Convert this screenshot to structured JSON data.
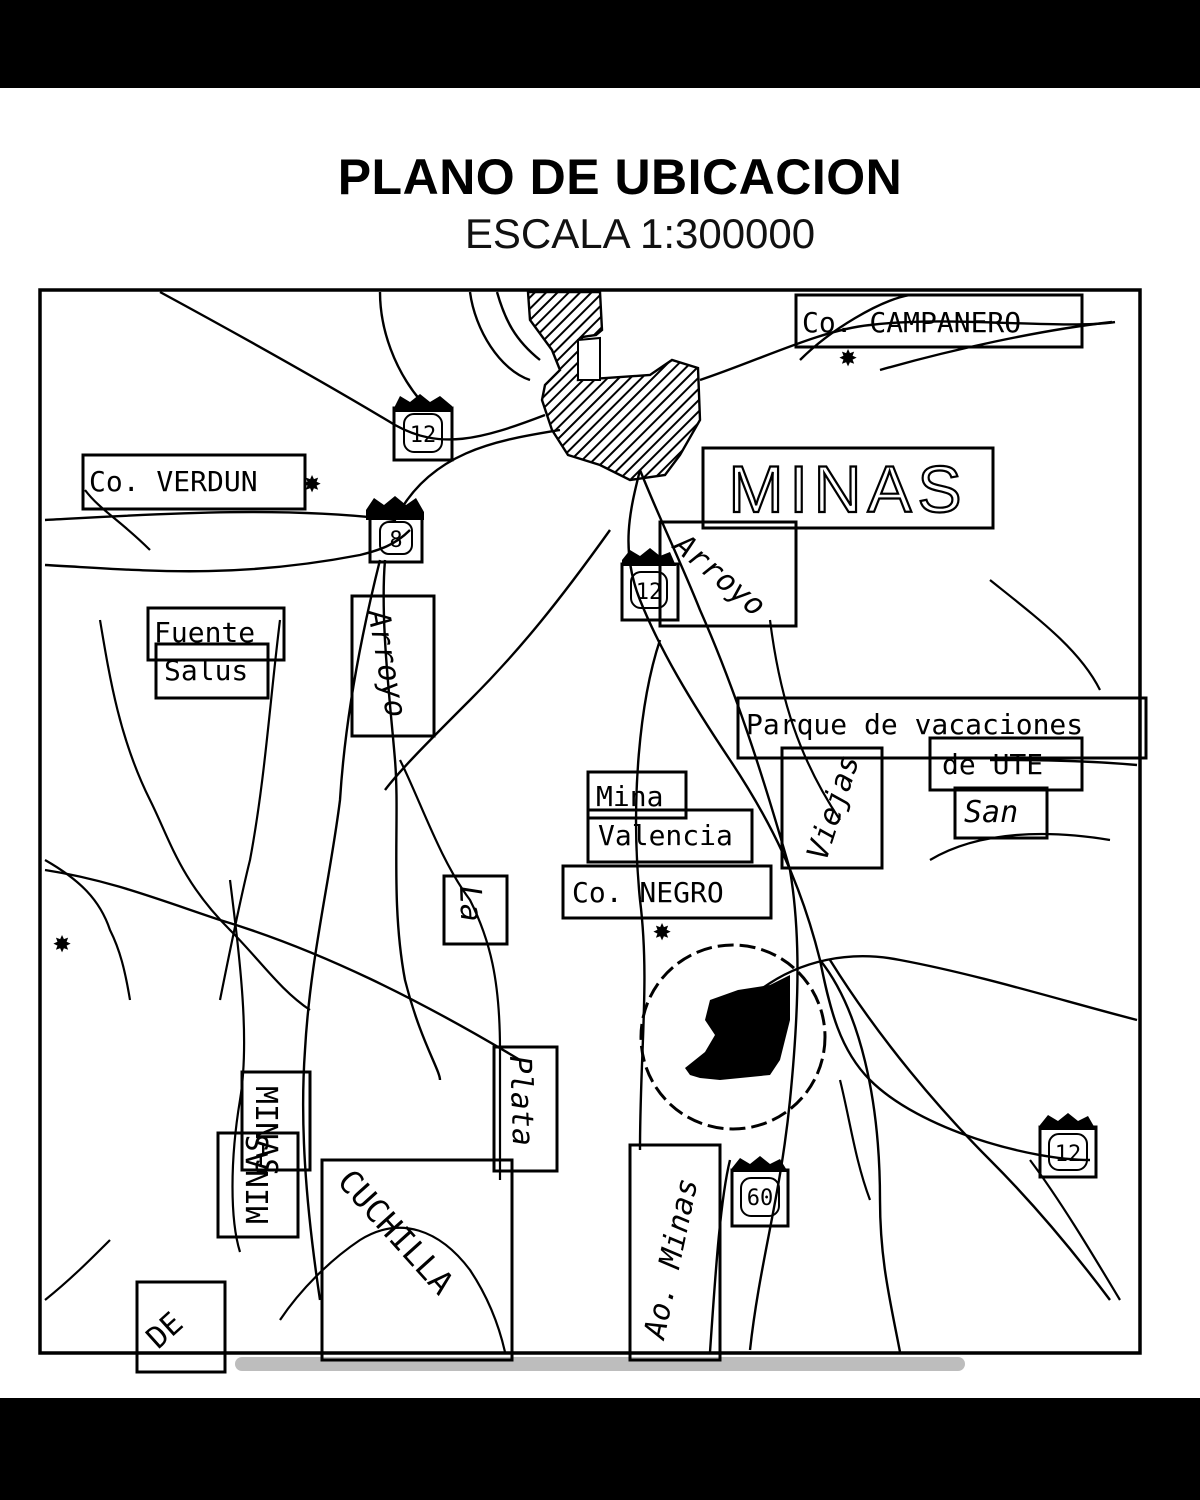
{
  "title": "PLANO DE UBICACION",
  "scale": "ESCALA 1:300000",
  "labels": {
    "campanero": "Co. CAMPANERO",
    "verdun": "Co. VERDUN",
    "minas_city": "MINAS",
    "arroyo_1": "Arroyo",
    "arroyo_2": "Arroyo",
    "fuente": "Fuente",
    "salus": "Salus",
    "parque": "Parque de vacaciones",
    "ute": "de UTE",
    "san": "San",
    "viejas": "Viejas",
    "mina": "Mina",
    "valencia": "Valencia",
    "negro": "Co. NEGRO",
    "la": "La",
    "plata": "Plata",
    "minas_s": "MINAS",
    "minas_w": "MINAS",
    "cuchilla": "CUCHILLA",
    "de": "DE",
    "ao_minas": "Ao. Minas"
  },
  "routes": {
    "r12_north": "12",
    "r8": "8",
    "r12_center": "12",
    "r12_east": "12",
    "r60": "60"
  },
  "colors": {
    "ink": "#000000",
    "paper": "#ffffff",
    "frame": "#000000"
  }
}
